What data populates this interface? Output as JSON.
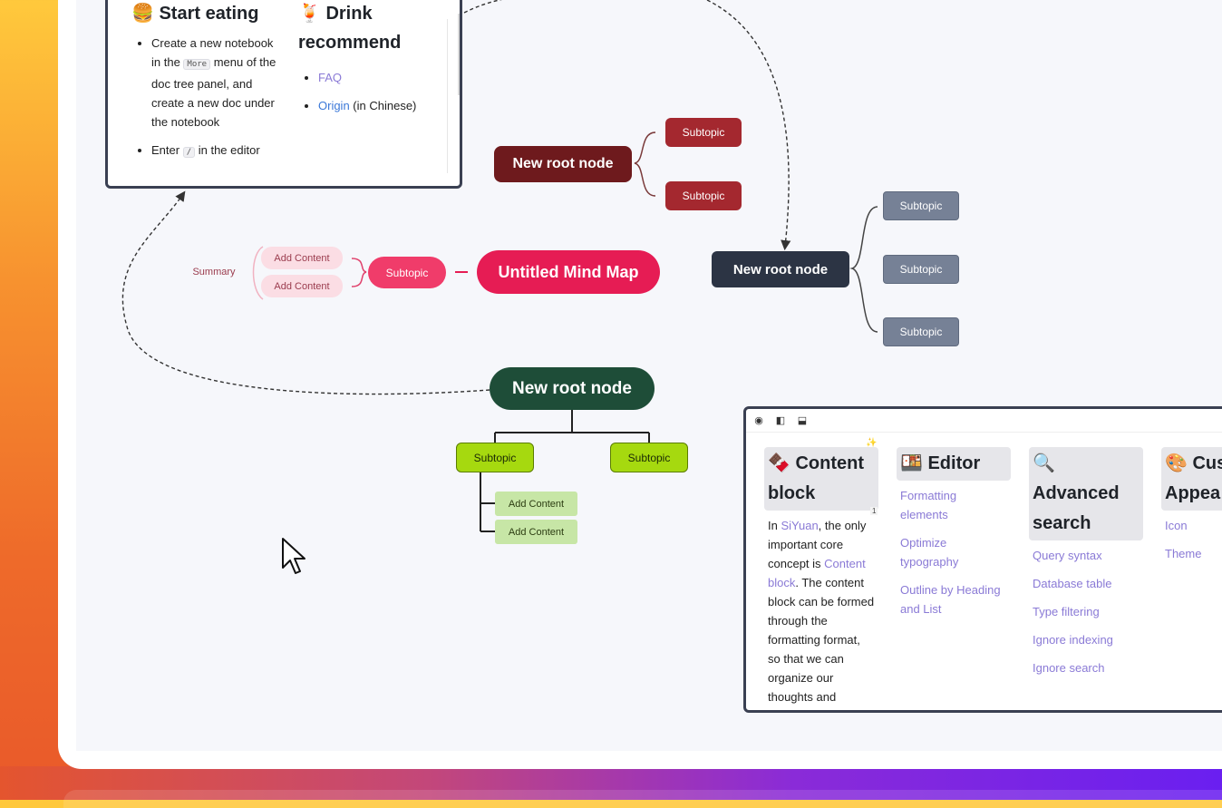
{
  "top_card": {
    "col1": {
      "title": "🍔 Start eating",
      "item1_pre": "Create a new notebook in the ",
      "item1_code": "More",
      "item1_post": " menu of the doc tree panel, and create a new doc under the notebook",
      "item2_pre": "Enter ",
      "item2_code": "/",
      "item2_post": " in the editor"
    },
    "col2": {
      "title": "🍹 Drink recommend",
      "link1": "FAQ",
      "link2": "Origin",
      "link2_suffix": " (in Chinese)"
    }
  },
  "mindmap": {
    "dark_red": {
      "root": "New root node",
      "subs": [
        "Subtopic",
        "Subtopic"
      ]
    },
    "slate": {
      "root": "New root node",
      "subs": [
        "Subtopic",
        "Subtopic",
        "Subtopic"
      ]
    },
    "pink": {
      "root": "Untitled Mind Map",
      "sub": "Subtopic",
      "adds": [
        "Add Content",
        "Add Content"
      ],
      "summary": "Summary"
    },
    "green": {
      "root": "New root node",
      "subs": [
        "Subtopic",
        "Subtopic"
      ],
      "adds": [
        "Add Content",
        "Add Content"
      ]
    }
  },
  "bottom_card": {
    "toolbar": [
      "eye-icon",
      "sidebar-icon",
      "panel-bottom-icon"
    ],
    "columns": [
      {
        "icon": "🍫",
        "title": "Content block",
        "badge": "1",
        "para": [
          {
            "t": "In "
          },
          {
            "t": "SiYuan",
            "link": true
          },
          {
            "t": ", the only important core concept is "
          },
          {
            "t": "Content block",
            "link": true
          },
          {
            "t": ". The content block can be formed through the formatting format, so that we can organize our thoughts and"
          }
        ]
      },
      {
        "icon": "🍱",
        "title": "Editor",
        "items": [
          "Formatting elements",
          "Optimize typography",
          "Outline by Heading and List"
        ]
      },
      {
        "icon": "🔍",
        "title": "Advanced search",
        "items": [
          "Query syntax",
          "Database table",
          "Type filtering",
          "Ignore indexing",
          "Ignore search"
        ]
      },
      {
        "icon": "🎨",
        "title": "Cus Appea",
        "items": [
          "Icon",
          "Theme"
        ]
      }
    ]
  },
  "colors": {
    "dark_red_root": "#6e1a1d",
    "slate_root": "#2c3444",
    "pink_root": "#e61c54",
    "green_root": "#1e4d38",
    "lime_sub": "#a6d90f",
    "link_purple": "#8a7ad6"
  }
}
